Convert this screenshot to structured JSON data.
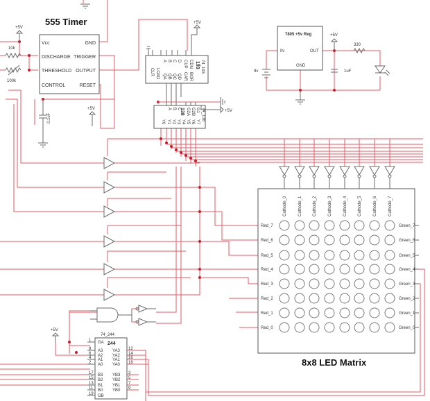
{
  "timer": {
    "title": "555 Timer",
    "pins_left": [
      "Vcc",
      "DISCHARGE",
      "THRESHOLD",
      "CONTROL"
    ],
    "pins_right": [
      "GND",
      "TRIGGER",
      "OUTPUT",
      "RESET"
    ],
    "resistor_fixed": "10k",
    "resistor_var": "100k",
    "capacitor": "0.1uF",
    "supply": "+5V"
  },
  "counter": {
    "part": "193",
    "name": "74_193",
    "pins_left": [
      "CLR",
      "LOAD"
    ],
    "pins_in": [
      "A",
      "B",
      "C",
      "D"
    ],
    "pins_out": [
      "QA",
      "QB",
      "QC",
      "QD"
    ],
    "pins_clk": [
      "CUP",
      "CDN"
    ],
    "pins_carry": [
      "CAR",
      "BOR"
    ],
    "supply": "+5V"
  },
  "decoder": {
    "part": "138",
    "name": "74_138",
    "pins_in": [
      "A",
      "B",
      "C"
    ],
    "pins_en": [
      "G1",
      "G2A",
      "G2B"
    ],
    "pins_out": [
      "Y0",
      "Y1",
      "Y2",
      "Y3",
      "Y4",
      "Y5",
      "Y6",
      "Y7"
    ],
    "supply": "+5V"
  },
  "regulator": {
    "title": "7805 +5v Reg",
    "pin_in": "IN",
    "pin_out": "OUT",
    "pin_gnd": "GND",
    "battery": "9v",
    "capacitor": "1uF",
    "resistor": "330",
    "supply": "+5V"
  },
  "buffer": {
    "part": "244",
    "name": "74_244",
    "pins_a_in": [
      "GA",
      "A3",
      "A2",
      "A1",
      "A0"
    ],
    "pins_a_out": [
      "YA3",
      "YA2",
      "YA1",
      "YA0"
    ],
    "pins_b_in": [
      "B3",
      "B2",
      "B1",
      "B0",
      "GB"
    ],
    "pins_b_out": [
      "YB3",
      "YB2",
      "YB1",
      "YB0"
    ],
    "pin_numbers_left": [
      "1",
      "8",
      "6",
      "4",
      "2",
      "17",
      "15",
      "13",
      "11",
      "19"
    ],
    "pin_numbers_right": [
      "12",
      "14",
      "16",
      "18",
      "3",
      "5",
      "7",
      "9"
    ],
    "supply": "+5V"
  },
  "matrix": {
    "title": "8x8 LED Matrix",
    "cathodes": [
      "Cathode_0",
      "Cathode_1",
      "Cathode_2",
      "Cathode_3",
      "Cathode_4",
      "Cathode_5",
      "Cathode_6",
      "Cathode_7"
    ],
    "red_rows": [
      "Red_7",
      "Red_6",
      "Red_5",
      "Red_4",
      "Red_3",
      "Red_2",
      "Red_1",
      "Red_0"
    ],
    "green_rows": [
      "Green_7",
      "Green_6",
      "Green_5",
      "Green_4",
      "Green_3",
      "Green_2",
      "Green_1",
      "Green_0"
    ]
  },
  "colors": {
    "wire": "#e05a62",
    "junction": "#cc1a28",
    "component": "#555555"
  }
}
